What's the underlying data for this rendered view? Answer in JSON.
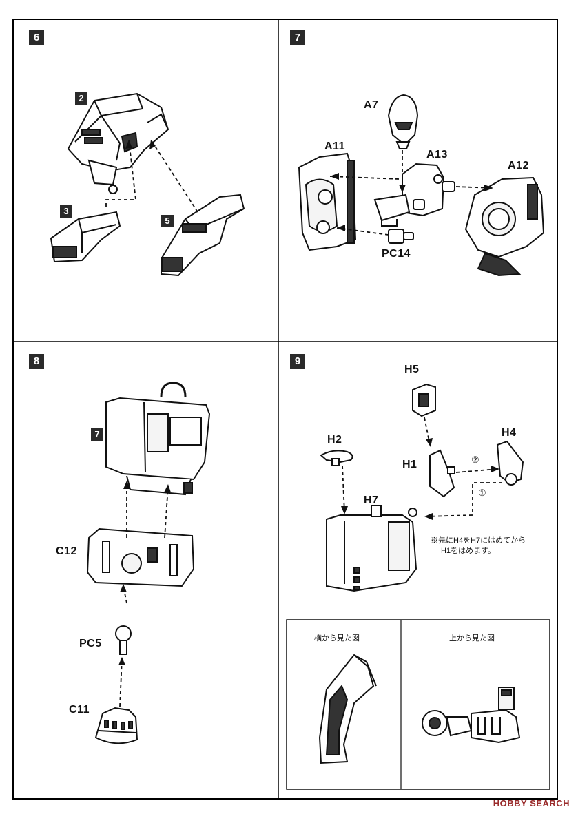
{
  "steps": [
    {
      "number": "6",
      "badges": [
        "2",
        "3",
        "5"
      ]
    },
    {
      "number": "7",
      "labels": [
        "A7",
        "A11",
        "A13",
        "A12",
        "PC14"
      ]
    },
    {
      "number": "8",
      "badges": [
        "7"
      ],
      "labels": [
        "C12",
        "PC5",
        "C11"
      ]
    },
    {
      "number": "9",
      "labels": [
        "H5",
        "H2",
        "H4",
        "H1",
        "H7"
      ],
      "order_marks": [
        "②",
        "①"
      ],
      "note_lines": [
        "※先にH4をH7にはめてから",
        "H1をはめます。"
      ],
      "inset_titles": [
        "横から見た図",
        "上から見た図"
      ]
    }
  ],
  "watermark": "HOBBY SEARCH"
}
